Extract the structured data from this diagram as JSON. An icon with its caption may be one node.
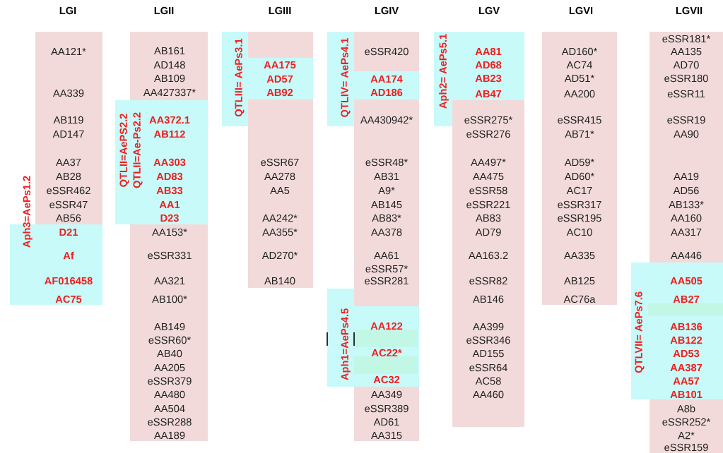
{
  "diagram": {
    "nodes": [
      {
        "text": [
          "AA121*",
          "AA339",
          "AB119",
          "AD147",
          "AA37",
          "AB28",
          "eSSR462",
          "eSSR47",
          "AB56"
        ]
      },
      {
        "text": [
          "Aph3=AePs1.2",
          "D21",
          "Af",
          "AF016458",
          "AC75"
        ]
      },
      {
        "text": [
          "AB161",
          "AD148",
          "AB109",
          "AA427337*",
          "AA153*",
          "eSSR331",
          "AA321",
          "AB100*",
          "AB149",
          "eSSR60*",
          "AB40",
          "AA205",
          "eSSR379",
          "AA480",
          "AA504",
          "eSSR288",
          "AA189"
        ]
      },
      {
        "text": [
          "QTLII=AePS2.2",
          "QTLII=Ae-Ps2.2",
          "AA372.1",
          "AB112",
          "AA303",
          "AD83",
          "AB33",
          "AA1",
          "D23"
        ]
      },
      {
        "text": [
          "eSSR67",
          "AA278",
          "AA5",
          "AA242*",
          "AA355*",
          "AD270*",
          "AB140"
        ]
      },
      {
        "text": [
          "QTLIII= AePs3.1",
          "AA175",
          "AD57",
          "AB92"
        ]
      },
      {
        "text": [
          "eSSR420",
          "AA430942*",
          "eSSR48*",
          "AB31",
          "A9*",
          "AB145",
          "AB83*",
          "AA378",
          "AA61",
          "eSSR57*",
          "eSSR281",
          "AA349",
          "eSSR389",
          "AD61",
          "AA315"
        ]
      },
      {
        "text": [
          "QTLIV= AePs4.1",
          "AA174",
          "AD186"
        ]
      },
      {
        "text": [
          "Aph1=AePs4.5",
          "AA122",
          "AC22*",
          "AC32"
        ]
      },
      {
        "text": [
          "eSSR275*",
          "eSSR276",
          "AA497*",
          "AA475",
          "eSSR58",
          "eSSR221",
          "AB83",
          "AD79",
          "AA163.2",
          "eSSR82",
          "AB146",
          "AA399",
          "eSSR346",
          "AD155",
          "eSSR64",
          "AC58",
          "AA460"
        ]
      },
      {
        "text": [
          "Aph2= AePs5.1",
          "AA81",
          "AD68",
          "AB23",
          "AB47"
        ]
      },
      {
        "text": [
          "AD160*",
          "AC74",
          "AD51*",
          "AA200",
          "eSSR415",
          "AB71*",
          "AD59*",
          "AD60*",
          "AC17",
          "eSSR317",
          "eSSR195",
          "AC10",
          "AA335",
          "AB125",
          "AC76a"
        ]
      },
      {
        "text": [
          "eSSR181*",
          "AA135",
          "AD70",
          "eSSR180",
          "eSSR11",
          "eSSR19",
          "AA90",
          "AA19",
          "AD56",
          "AB133*",
          "AA160",
          "AA317",
          "AA446",
          "A8b",
          "eSSR252*",
          "A2*",
          "eSSR159"
        ]
      },
      {
        "text": [
          "QTLVII= AePs7.6",
          "AA505",
          "AB27",
          "AB136",
          "AB122",
          "AD53",
          "AA387",
          "AA57",
          "AB101"
        ]
      }
    ],
    "labels": [
      "LGI",
      "LGII",
      "LGIII",
      "LGIV",
      "LGV",
      "LGVI",
      "LGVII"
    ]
  }
}
